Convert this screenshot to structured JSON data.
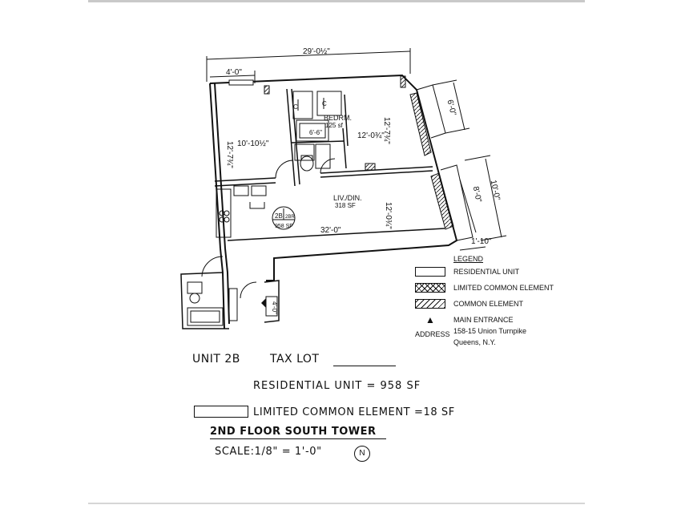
{
  "plan": {
    "dims": {
      "overall_width": "29'-0½\"",
      "left_jog": "4'-0\"",
      "bedroom_left_height": "12'-7¾\"",
      "bedroom_left_width": "10'-10½\"",
      "bedroom_right_height": "12'-7¾\"",
      "bedroom_right_width": "12'-0¾\"",
      "bath_dim": "6'-6\"",
      "right_top": "6'-0\"",
      "right_mid_outer": "10'-0\"",
      "right_mid_inner": "8'-0\"",
      "right_bottom": "1'-10\"",
      "living_height": "12'-0¾\"",
      "living_width": "32'-0\"",
      "hall_dim": "4'-0\""
    },
    "rooms": {
      "bedroom_name": "BEDRM.",
      "bedroom_area": "125 sf",
      "living_name": "LIV./DIN.",
      "living_area": "318 SF",
      "tag_unit": "2B",
      "tag_type": "2BR",
      "tag_area": "958 SF"
    }
  },
  "legend": {
    "title": "LEGEND",
    "items": [
      {
        "label": "RESIDENTIAL UNIT",
        "pattern": "empty"
      },
      {
        "label": "LIMITED COMMON ELEMENT",
        "pattern": "crosshatch"
      },
      {
        "label": "COMMON ELEMENT",
        "pattern": "hatch"
      },
      {
        "label": "MAIN ENTRANCE",
        "pattern": "triangle"
      }
    ],
    "address_label": "ADDRESS",
    "address_line1": "158-15 Union Turnpike",
    "address_line2": "Queens, N.Y."
  },
  "info": {
    "unit": "UNIT 2B",
    "tax_lot": "TAX LOT",
    "residential_unit": "RESIDENTIAL UNIT = 958 SF",
    "limited_common": "LIMITED COMMON ELEMENT =18 SF",
    "floor": "2ND FLOOR SOUTH TOWER",
    "scale": "SCALE:1/8\" = 1'-0\"",
    "north_symbol": "N"
  }
}
